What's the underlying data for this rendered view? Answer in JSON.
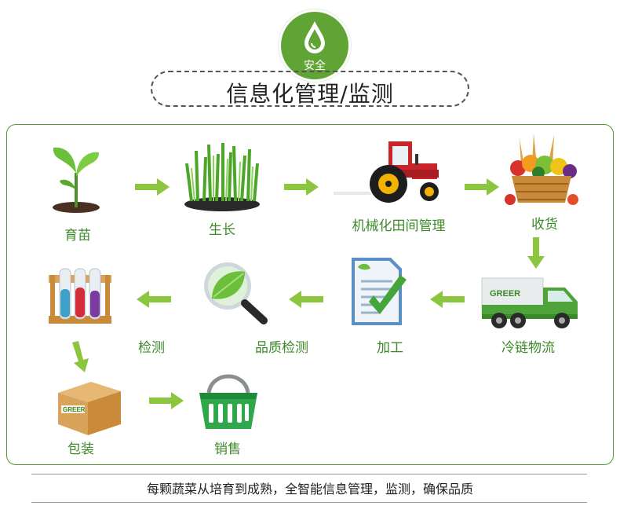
{
  "badge": {
    "label": "安全",
    "icon": "water-drop-icon"
  },
  "title": "信息化管理/监测",
  "steps": [
    {
      "label": "育苗",
      "icon": "seedling-icon"
    },
    {
      "label": "生长",
      "icon": "grass-icon"
    },
    {
      "label": "机械化田间管理",
      "icon": "tractor-icon"
    },
    {
      "label": "收货",
      "icon": "produce-basket-icon"
    },
    {
      "label": "冷链物流",
      "icon": "delivery-truck-icon"
    },
    {
      "label": "加工",
      "icon": "checklist-document-icon"
    },
    {
      "label": "品质检测",
      "icon": "magnifier-leaf-icon"
    },
    {
      "label": "检测",
      "icon": "test-tubes-icon"
    },
    {
      "label": "包装",
      "icon": "cardboard-box-icon"
    },
    {
      "label": "销售",
      "icon": "shopping-basket-icon"
    }
  ],
  "truck_brand": "GREER",
  "box_brand": "GREER",
  "footer": "每颗蔬菜从培育到成熟，全智能信息管理，监测，确保品质",
  "colors": {
    "brand_green": "#5fa434",
    "label_green": "#3d8a2a",
    "arrow_green": "#8cc63f"
  }
}
